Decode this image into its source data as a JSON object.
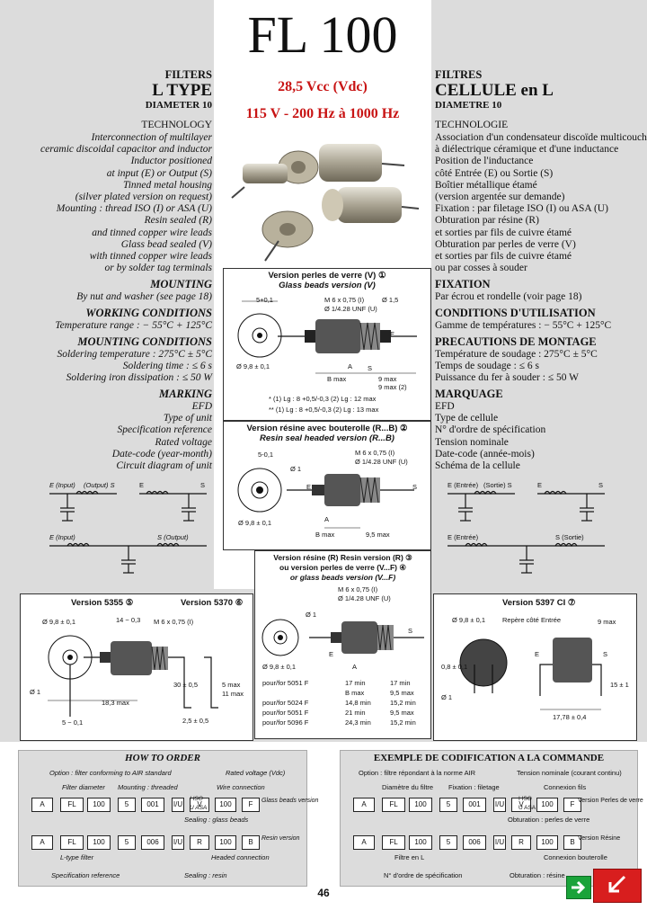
{
  "title": "FL 100",
  "voltage_line1": "28,5 Vcc (Vdc)",
  "voltage_line2": "115 V - 200 Hz à 1000 Hz",
  "en": {
    "h1": "FILTERS",
    "h2": "L TYPE",
    "h3": "DIAMETER 10",
    "technology_h": "TECHNOLOGY",
    "technology": [
      "Interconnection of multilayer",
      "ceramic discoidal capacitor and inductor",
      "Inductor positioned",
      "at input (E) or Output (S)",
      "Tinned metal housing",
      "(silver plated version on request)",
      "Mounting : thread ISO (I) or ASA (U)",
      "Resin sealed (R)",
      "and tinned copper wire leads",
      "Glass bead sealed (V)",
      "with tinned copper wire leads",
      "or by solder tag terminals"
    ],
    "mounting_h": "MOUNTING",
    "mounting": [
      "By nut and washer (see page 18)"
    ],
    "working_h": "WORKING CONDITIONS",
    "working": [
      "Temperature range : − 55°C + 125°C"
    ],
    "mcond_h": "MOUNTING CONDITIONS",
    "mcond": [
      "Soldering temperature : 275°C ± 5°C",
      "Soldering time : ≤ 6 s",
      "Soldering iron dissipation : ≤ 50 W"
    ],
    "marking_h": "MARKING",
    "marking": [
      "EFD",
      "Type of unit",
      "Specification reference",
      "Rated voltage",
      "Date-code (year-month)",
      "Circuit diagram of unit"
    ],
    "circuit_labels": [
      "E (Input)",
      "(Output) S",
      "E",
      "S",
      "E (Input)",
      "S (Output)"
    ]
  },
  "fr": {
    "h1": "FILTRES",
    "h2": "CELLULE en L",
    "h3": "DIAMETRE 10",
    "technology_h": "TECHNOLOGIE",
    "technology": [
      "Association d'un condensateur discoïde multicouche",
      "à diélectrique céramique et d'une inductance",
      "Position de l'inductance",
      "côté Entrée (E) ou Sortie (S)",
      "Boîtier métallique étamé",
      "(version argentée sur demande)",
      "Fixation : par filetage ISO (I) ou ASA (U)",
      "Obturation par résine (R)",
      "et sorties par fils de cuivre étamé",
      "Obturation par perles de verre (V)",
      "et sorties par fils de cuivre étamé",
      "ou par cosses à souder"
    ],
    "fixation_h": "FIXATION",
    "fixation": [
      "Par écrou et rondelle (voir page 18)"
    ],
    "cond_h": "CONDITIONS D'UTILISATION",
    "cond": [
      "Gamme de températures : − 55°C + 125°C"
    ],
    "prec_h": "PRECAUTIONS DE MONTAGE",
    "prec": [
      "Température de soudage : 275°C ± 5°C",
      "Temps de soudage : ≤ 6 s",
      "Puissance du fer à souder : ≤ 50 W"
    ],
    "marq_h": "MARQUAGE",
    "marq": [
      "EFD",
      "Type de cellule",
      "N° d'ordre de spécification",
      "Tension nominale",
      "Date-code (année-mois)",
      "Schéma de la cellule"
    ],
    "circuit_labels": [
      "E (Entrée)",
      "(Sortie) S",
      "E",
      "S",
      "E (Entrée)",
      "S (Sortie)"
    ]
  },
  "diagrams": {
    "v1_title_fr": "Version perles de verre (V) ①",
    "v1_title_en": "Glass beads version (V)",
    "v1_labels": [
      "5+0,1",
      "Ø 1,5",
      "M 6 x 0,75 (I)",
      "Ø 1/4.28 UNF (U)",
      "Ø 9,8 ± 0,1",
      "B max",
      "9 max",
      "9 max (2)",
      "A",
      "S",
      "E"
    ],
    "v1_notes": [
      "* (1) Lg : 8 +0,5/-0,3   (2) Lg : 12 max",
      "** (1) Lg : 8 +0,5/-0,3   (2) Lg : 13 max"
    ],
    "v2_title_fr": "Version résine avec bouterolle (R...B) ②",
    "v2_title_en": "Resin seal headed version (R...B)",
    "v2_labels": [
      "5-0,1",
      "Ø 1",
      "M 6 x 0,75 (I)",
      "Ø 1/4.28 UNF (U)",
      "Ø 9,8 ± 0,1",
      "B max",
      "9,5 max",
      "A",
      "E",
      "S"
    ],
    "v3_title_fr": "Version résine (R)  Resin version (R) ③",
    "v3_title_fr2": "ou version perles de verre (V...F) ④",
    "v3_title_en": "or glass beads version (V...F)",
    "v3_labels": [
      "M 6 x 0,75 (I)",
      "Ø 1/4.28 UNF (U)",
      "Ø 9,8 ± 0,1",
      "Ø 1",
      "E",
      "S",
      "A",
      "17 min"
    ],
    "v3_table": [
      [
        "pour/for 5051 F",
        "17 min",
        ""
      ],
      [
        "",
        "B max",
        "9,5 max"
      ],
      [
        "pour/for 5024 F",
        "14,8 min",
        "15,2 min"
      ],
      [
        "pour/for 5051 F",
        "21 min",
        "9,5 max"
      ],
      [
        "pour/for 5096 F",
        "24,3 min",
        "15,2 min"
      ]
    ],
    "v5355_title": "Version 5355 ⑤",
    "v5370_title": "Version 5370 ⑥",
    "v5397_title": "Version 5397 CI ⑦",
    "v5355_labels": [
      "Ø 9,8 ± 0,1",
      "M 6 x 0,75 (I)",
      "14 − 0,3",
      "Ø 1",
      "18,3 max",
      "5 − 0,1",
      "30 ± 0,5",
      "5 max",
      "11 max",
      "2,5 ± 0,5"
    ],
    "v5397_labels": [
      "Ø 9,8 ± 0,1",
      "Repère côté Entrée",
      "E",
      "S",
      "Ø 1",
      "0,8 ± 0,1",
      "17,78 ± 0,4",
      "15 ± 1",
      "9 max"
    ]
  },
  "order_en": {
    "title": "HOW TO ORDER",
    "option_label": "Option : filter conforming to AIR standard",
    "rated_label": "Rated voltage (Vdc)",
    "filter_diam_label": "Filter diameter",
    "mounting_label": "Mounting : threaded",
    "iso_asa": [
      "I   ISO",
      "U   ASA"
    ],
    "wire_label": "Wire connection",
    "sealing_glass": "Sealing : glass beads",
    "sealing_resin": "Sealing : resin",
    "ltype": "L-type filter",
    "spec_ref": "Specification reference",
    "headed": "Headed connection",
    "row1": [
      "A",
      "FL",
      "100",
      "5",
      "001",
      "I/U",
      "V",
      "100",
      "F"
    ],
    "row1_note": "Glass beads version",
    "row2": [
      "A",
      "FL",
      "100",
      "5",
      "006",
      "I/U",
      "R",
      "100",
      "B"
    ],
    "row2_note": "Resin version"
  },
  "order_fr": {
    "title": "EXEMPLE DE CODIFICATION A LA COMMANDE",
    "option_label": "Option : filtre répondant à la norme AIR",
    "rated_label": "Tension nominale (courant continu)",
    "filter_diam_label": "Diamètre du filtre",
    "mounting_label": "Fixation : filetage",
    "iso_asa": [
      "I   ISO",
      "U   ASA"
    ],
    "wire_label": "Connexion fils",
    "sealing_glass": "Obturation : perles de verre",
    "sealing_resin": "Obturation : résine",
    "ltype": "Filtre en L",
    "spec_ref": "N° d'ordre de spécification",
    "headed": "Connexion bouterolle",
    "row1": [
      "A",
      "FL",
      "100",
      "5",
      "001",
      "I/U",
      "V",
      "100",
      "F"
    ],
    "row1_note": "Version Perles de verre",
    "row2": [
      "A",
      "FL",
      "100",
      "5",
      "006",
      "I/U",
      "R",
      "100",
      "B"
    ],
    "row2_note": "Version Résine"
  },
  "page_number": "46",
  "colors": {
    "panel": "#dcdcdc",
    "red": "#c81414",
    "green": "#1aa33a",
    "nav_red": "#d81e1e"
  },
  "icons": [
    "arrow-right-icon",
    "return-arrow-icon"
  ]
}
